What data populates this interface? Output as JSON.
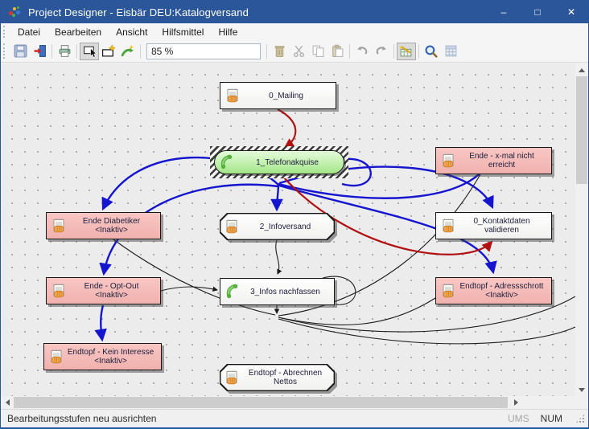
{
  "window": {
    "title": "Project Designer - Eisbär DEU:Katalogversand",
    "controls": {
      "minimize": "–",
      "maximize": "□",
      "close": "✕"
    }
  },
  "menu": {
    "items": [
      {
        "label": "Datei"
      },
      {
        "label": "Bearbeiten"
      },
      {
        "label": "Ansicht"
      },
      {
        "label": "Hilfsmittel"
      },
      {
        "label": "Hilfe"
      }
    ]
  },
  "toolbar": {
    "zoom_value": "85 %",
    "icons": [
      "save",
      "exit",
      "print",
      "select-tool",
      "new-stage",
      "auto-arrange",
      "zoom-combo",
      "delete",
      "cut",
      "copy",
      "paste",
      "undo",
      "redo",
      "wizard",
      "magnifier",
      "table"
    ]
  },
  "canvas": {
    "nodes": [
      {
        "label": "0_Mailing",
        "kind": "rect-white",
        "icon": "mailing-doc"
      },
      {
        "label": "1_Telefonakquise",
        "kind": "pill-green-selected",
        "icon": "phone"
      },
      {
        "label": "Ende - x-mal nicht erreicht",
        "kind": "rect-pink",
        "icon": "mailing-doc"
      },
      {
        "label": "Ende Diabetiker <Inaktiv>",
        "kind": "rect-pink",
        "icon": "mailing-doc"
      },
      {
        "label": "2_Infoversand",
        "kind": "octagon-white",
        "icon": "mailing-doc"
      },
      {
        "label": "0_Kontaktdaten validieren",
        "kind": "rect-white",
        "icon": "mailing-doc"
      },
      {
        "label": "Ende - Opt-Out <Inaktiv>",
        "kind": "rect-pink",
        "icon": "mailing-doc"
      },
      {
        "label": "3_Infos nachfassen",
        "kind": "rect-white",
        "icon": "phone"
      },
      {
        "label": "Endtopf - Adressschrott <Inaktiv>",
        "kind": "rect-pink",
        "icon": "mailing-doc"
      },
      {
        "label": "Endtopf - Kein Interesse <Inaktiv>",
        "kind": "rect-pink",
        "icon": "mailing-doc"
      },
      {
        "label": "Endtopf - Abrechnen Nettos",
        "kind": "octagon-white",
        "icon": "mailing-doc"
      }
    ],
    "edges": [
      {
        "from": "0_Mailing",
        "to": "1_Telefonakquise",
        "color": "red"
      },
      {
        "from": "1_Telefonakquise",
        "to": "0_Kontaktdaten validieren",
        "color": "red"
      },
      {
        "from": "1_Telefonakquise",
        "to": "Ende Diabetiker <Inaktiv>",
        "color": "blue"
      },
      {
        "from": "1_Telefonakquise",
        "to": "Ende - Opt-Out <Inaktiv>",
        "color": "blue"
      },
      {
        "from": "1_Telefonakquise",
        "to": "2_Infoversand",
        "color": "blue"
      },
      {
        "from": "1_Telefonakquise",
        "to": "Ende - x-mal nicht erreicht",
        "color": "blue"
      },
      {
        "from": "1_Telefonakquise",
        "to": "0_Kontaktdaten validieren",
        "color": "blue"
      },
      {
        "from": "1_Telefonakquise",
        "to": "Endtopf - Adressschrott <Inaktiv>",
        "color": "blue"
      },
      {
        "from": "Ende - Opt-Out <Inaktiv>",
        "to": "Endtopf - Kein Interesse <Inaktiv>",
        "color": "blue"
      },
      {
        "from": "2_Infoversand",
        "to": "3_Infos nachfassen",
        "color": "black"
      },
      {
        "from": "Ende Diabetiker <Inaktiv>",
        "to": "3_Infos nachfassen",
        "color": "black"
      },
      {
        "from": "Ende - x-mal nicht erreicht",
        "to": "3_Infos nachfassen",
        "color": "black"
      },
      {
        "from": "Endtopf - Adressschrott <Inaktiv>",
        "to": "3_Infos nachfassen",
        "color": "black"
      }
    ]
  },
  "statusbar": {
    "message": "Bearbeitungsstufen neu ausrichten",
    "indicator_ums": "UMS",
    "indicator_num": "NUM"
  },
  "colors": {
    "titlebar": "#2b579a",
    "edge_blue": "#1515cf",
    "edge_red": "#b01111",
    "edge_black": "#1c1c1c",
    "node_pink": "#f5bcba",
    "node_green": "#b9efad",
    "canvas_bg": "#ececec"
  }
}
